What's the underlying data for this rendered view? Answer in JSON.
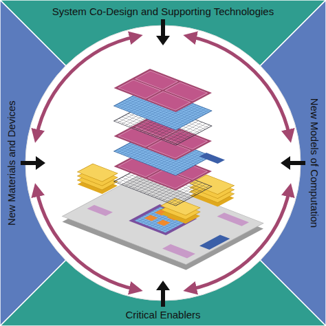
{
  "diagram": {
    "nodes": [
      {
        "text": [
          "System Co-Design and Supporting Technologies"
        ]
      },
      {
        "text": [
          "New Materials and Devices"
        ]
      },
      {
        "text": [
          "New Models of Computation"
        ]
      },
      {
        "text": [
          "Critical Enablers"
        ]
      }
    ]
  }
}
